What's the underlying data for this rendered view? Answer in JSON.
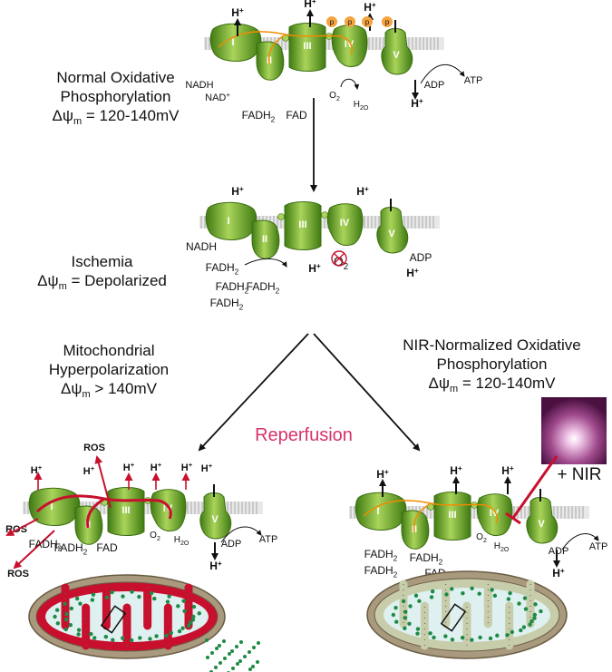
{
  "text": {
    "normal": {
      "line1": "Normal Oxidative",
      "line2": "Phosphorylation",
      "psi_prefix": "Δψ",
      "psi_sub": "m",
      "psi_value": " = 120-140mV"
    },
    "ischemia": {
      "line1": "Ischemia",
      "psi_prefix": "Δψ",
      "psi_sub": "m",
      "psi_value": " = Depolarized"
    },
    "hyper": {
      "line1": "Mitochondrial",
      "line2": "Hyperpolarization",
      "psi_prefix": "Δψ",
      "psi_sub": "m",
      "psi_value": " > 140mV"
    },
    "nir_norm": {
      "line1": "NIR-Normalized Oxidative",
      "line2": "Phosphorylation",
      "psi_prefix": "Δψ",
      "psi_sub": "m",
      "psi_value": " = 120-140mV"
    },
    "reperfusion": "Reperfusion",
    "plus_nir": "+ NIR"
  },
  "complex_labels": [
    "I",
    "II",
    "III",
    "IV",
    "V"
  ],
  "molecules": {
    "h_plus": "H+",
    "nadh": "NADH",
    "nad_plus": "NAD+",
    "fadh2": "FADH2",
    "fad": "FAD",
    "o2": "O2",
    "h2o": "H2O",
    "adp": "ADP",
    "atp": "ATP",
    "ros": "ROS",
    "p": "p"
  },
  "colors": {
    "complex_green": "#6aa22a",
    "complex_light": "#a9d45a",
    "ros_red": "#c8102e",
    "electron_orange": "#f08c00",
    "reperfusion_pink": "#d6336c",
    "matrix_fill": "#dff0f0",
    "dots_green": "#1e8a45"
  }
}
